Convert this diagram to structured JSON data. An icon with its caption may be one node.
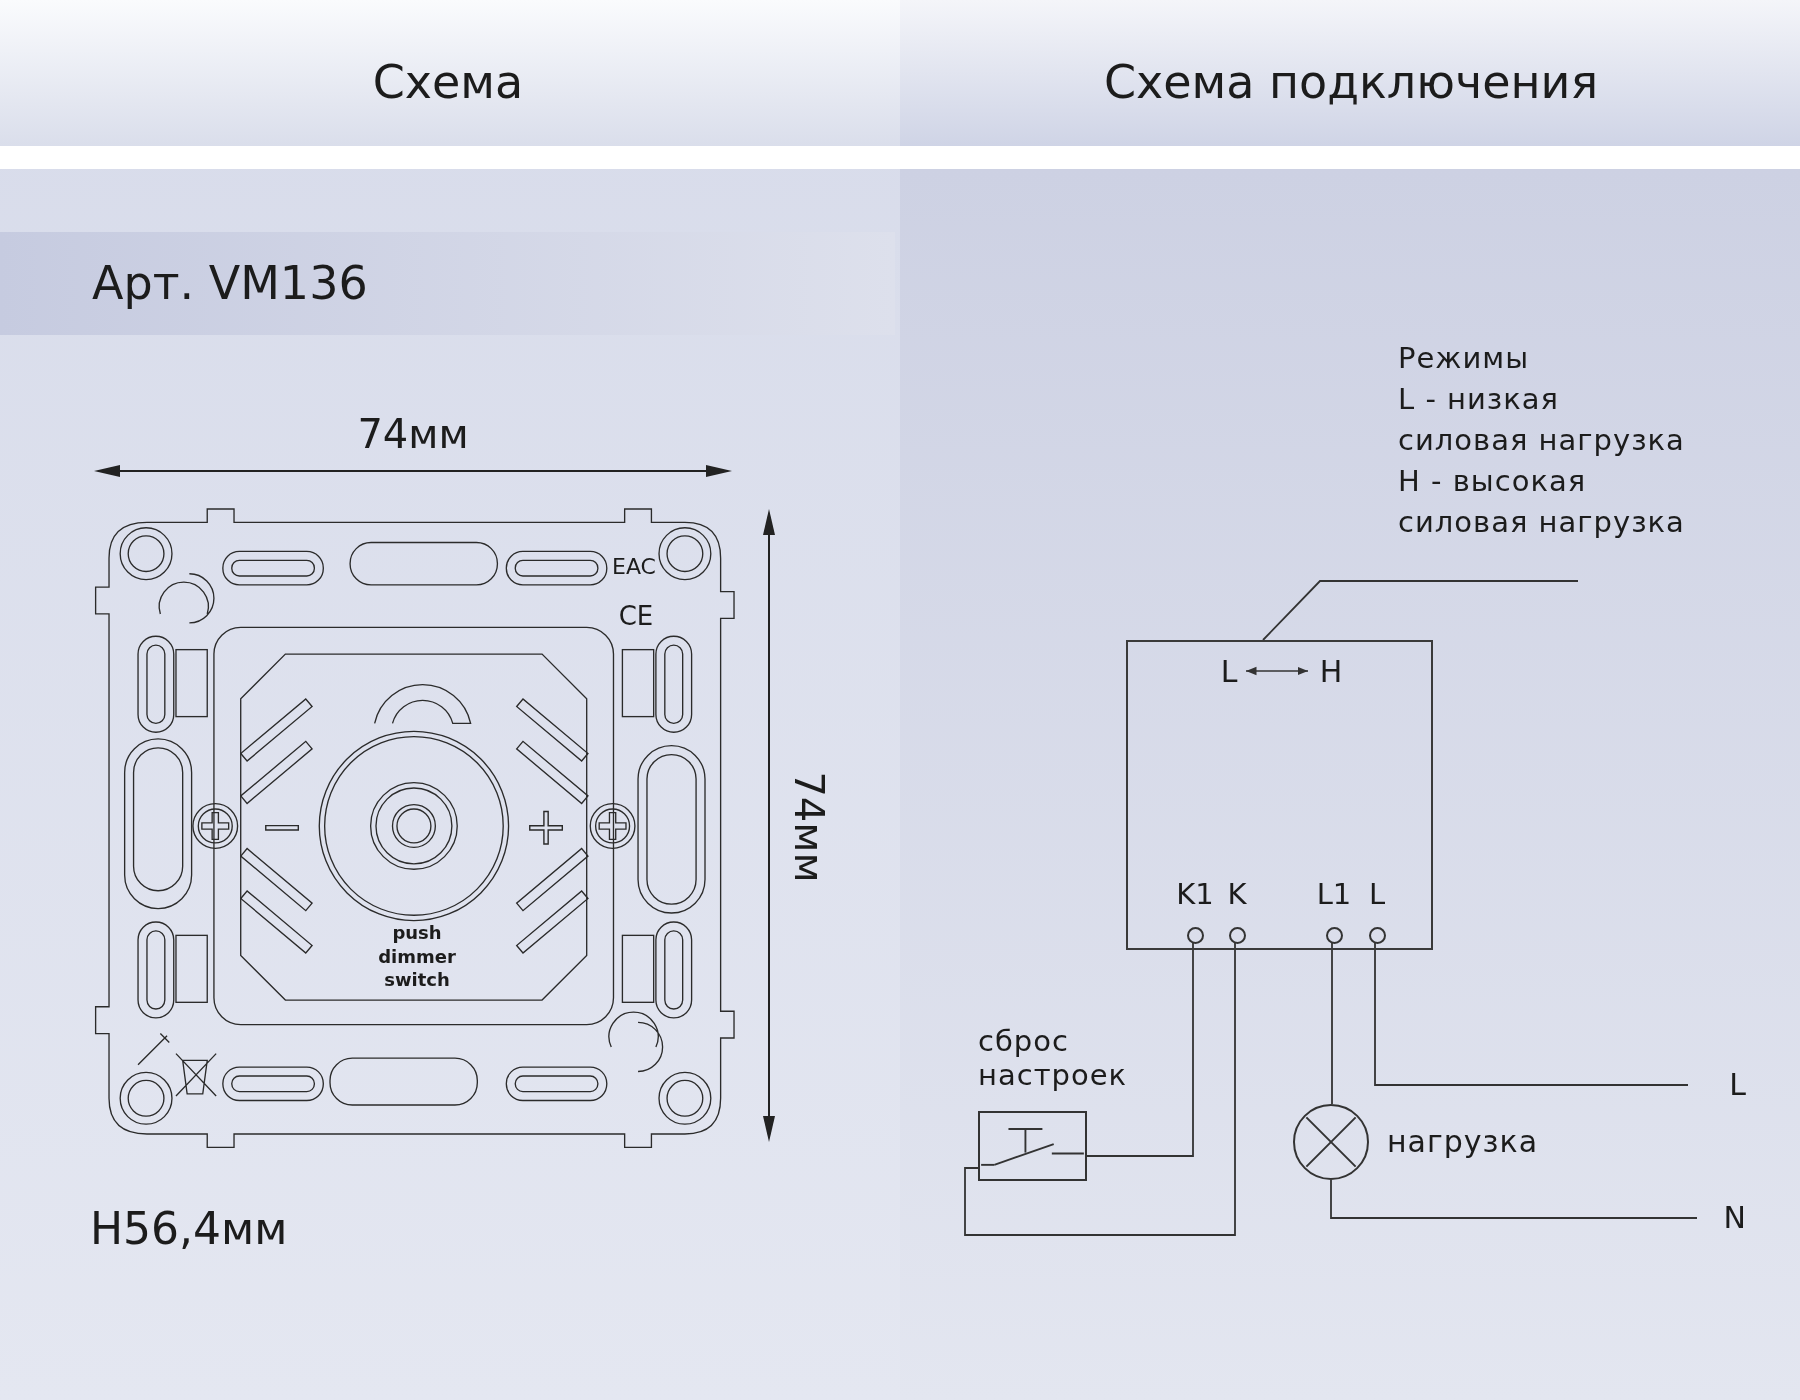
{
  "diagram": {
    "nodes": [
      {
        "text": [
          "Режимы",
          "L - низкая силовая нагрузка",
          "H - высокая силовая нагрузка"
        ]
      },
      {
        "text": [],
        "shape": "box"
      },
      {
        "text": [
          "L"
        ],
        "in": 1
      },
      {
        "text": [
          "H"
        ],
        "in": 1
      },
      {
        "text": [
          "K1"
        ],
        "in": 1
      },
      {
        "text": [
          "K"
        ],
        "in": 1
      },
      {
        "text": [
          "L1"
        ],
        "in": 1
      },
      {
        "text": [
          "L"
        ],
        "in": 1
      },
      {
        "text": [
          "сброс настроек"
        ]
      },
      {
        "text": [],
        "shape": "circle",
        "beside": [
          "нагрузка"
        ]
      },
      {
        "text": [
          "L"
        ]
      },
      {
        "text": [
          "N"
        ]
      }
    ],
    "edges": [
      {
        "from": 0,
        "to": 1,
        "arrow": "none"
      },
      {
        "from": 2,
        "to": 3,
        "arrow": "both"
      },
      {
        "from": 4,
        "to": 8,
        "arrow": "none"
      },
      {
        "from": 5,
        "to": 8,
        "arrow": "none"
      },
      {
        "from": 6,
        "to": 9,
        "arrow": "none"
      },
      {
        "from": 7,
        "to": 10,
        "arrow": "none"
      },
      {
        "from": 9,
        "to": 11,
        "arrow": "none"
      }
    ],
    "labels": [
      "Схема",
      "Схема подключения",
      "Арт. VM136",
      "74мм",
      "74мм",
      "EAC",
      "CE",
      "−",
      "+",
      "push",
      "dimmer",
      "switch",
      "H56,4мм"
    ]
  }
}
